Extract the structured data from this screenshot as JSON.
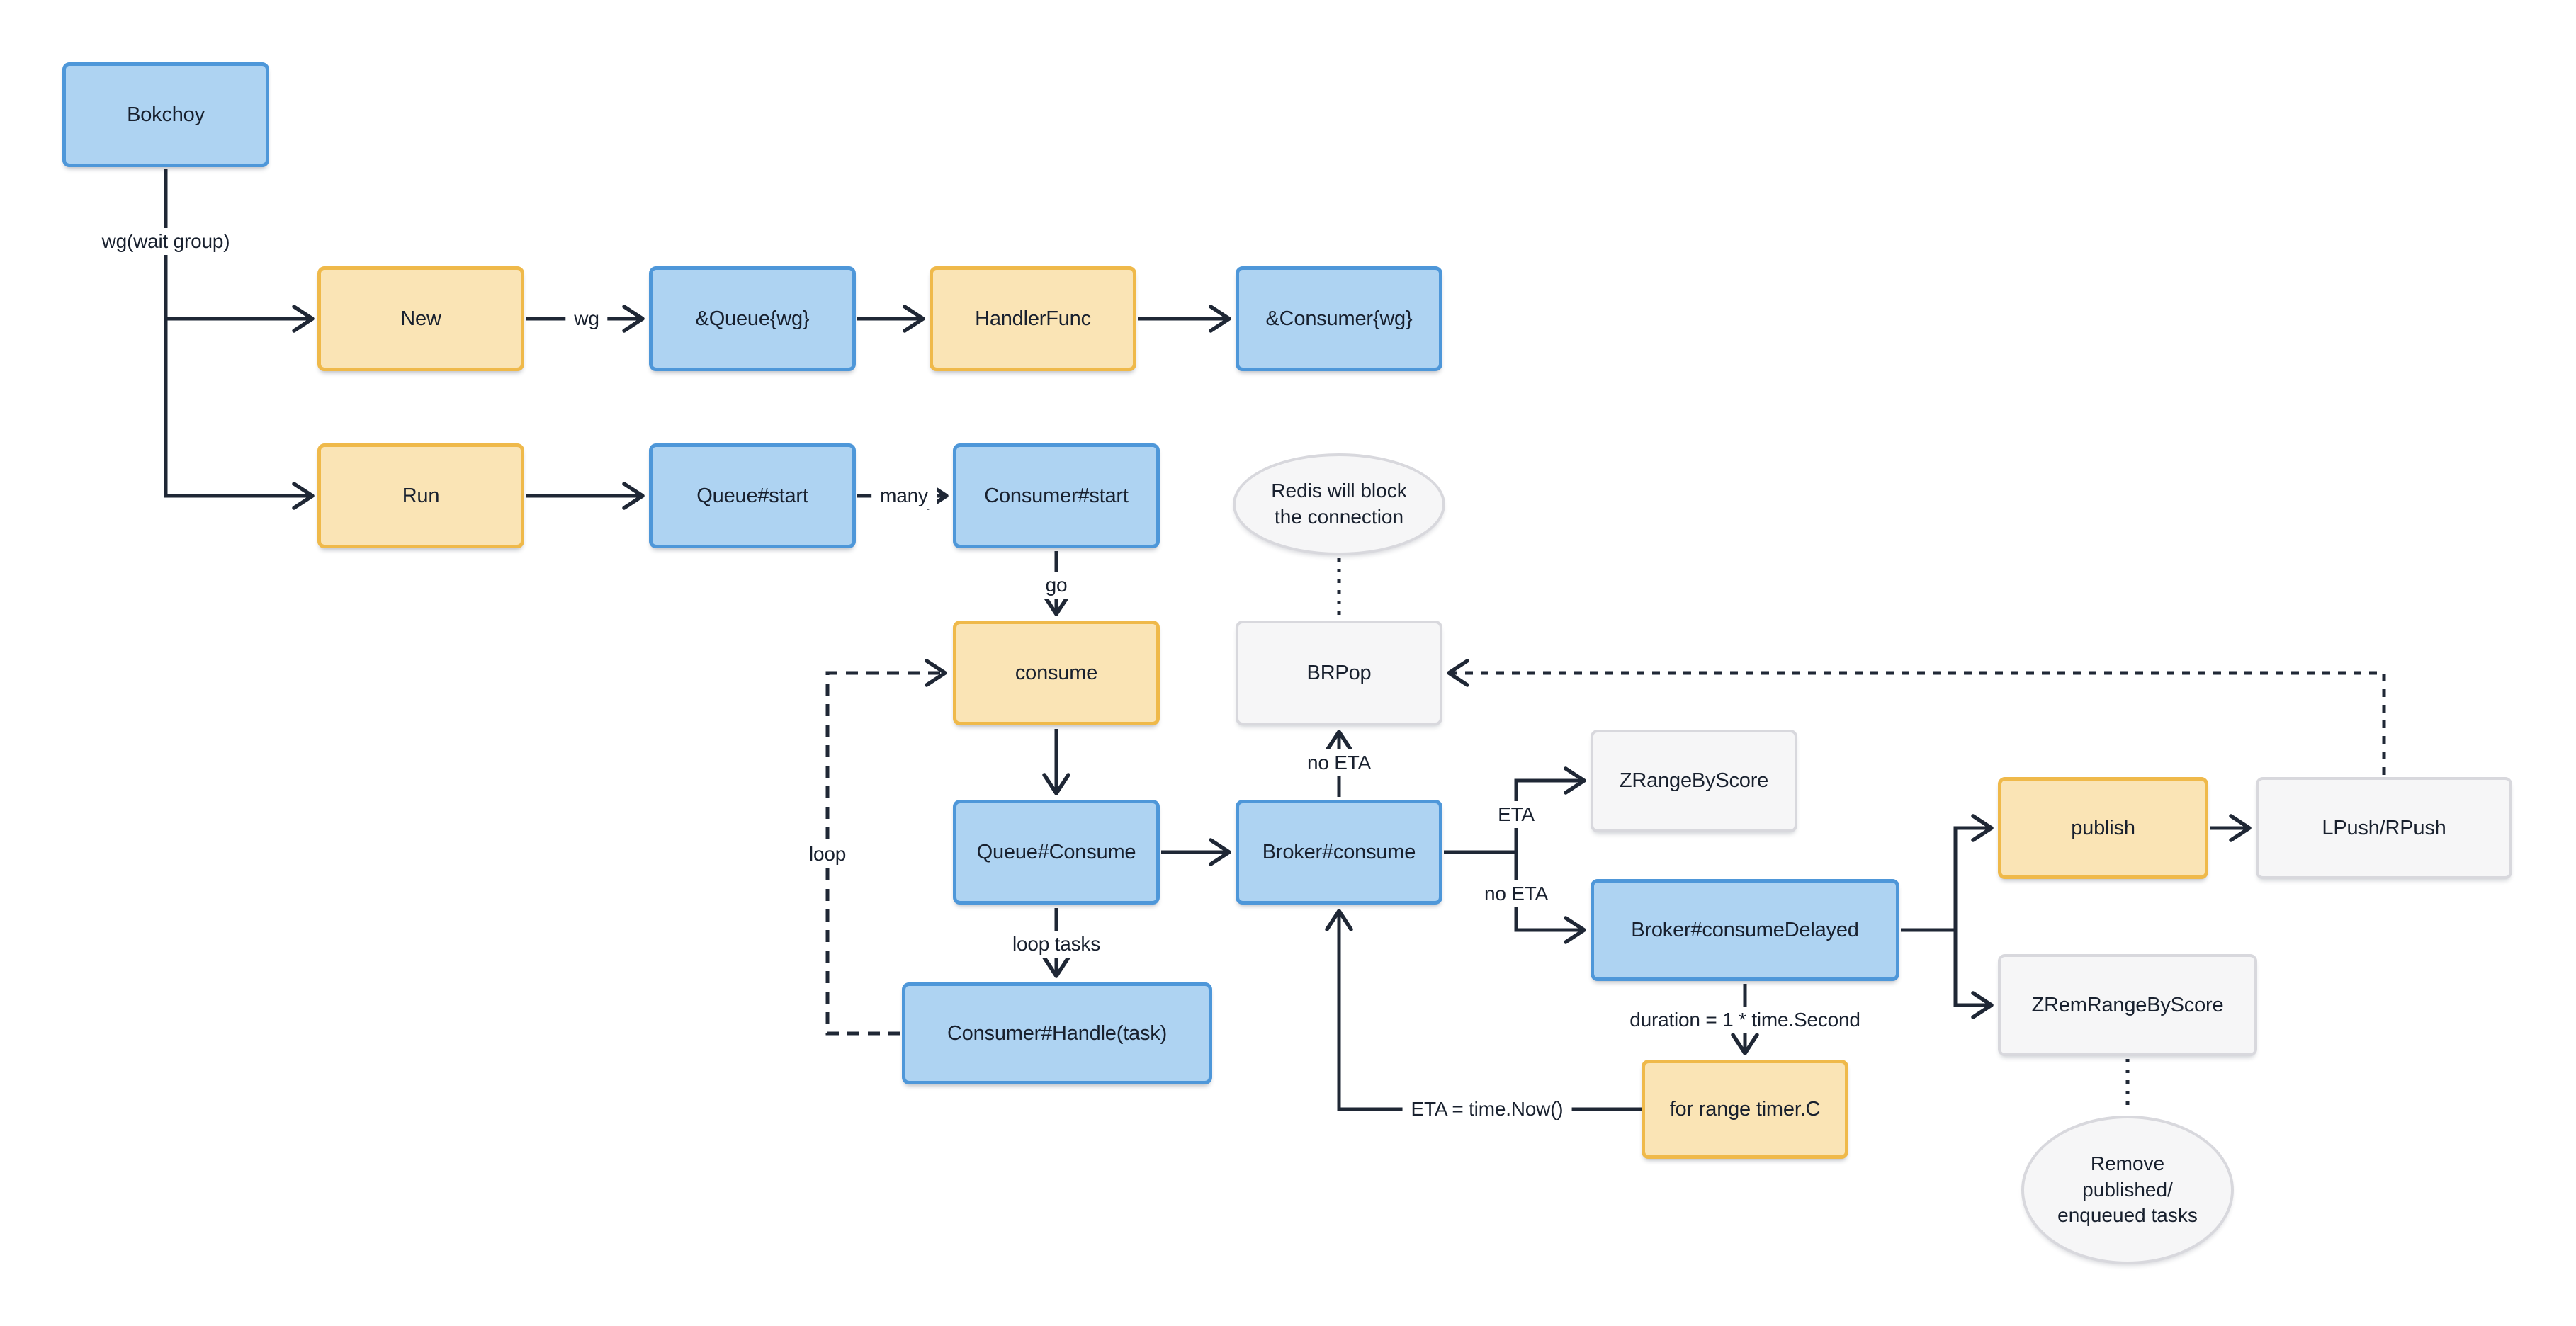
{
  "diagram_type": "flowchart",
  "colors": {
    "blue_fill": "#AED3F2",
    "blue_border": "#4E97D9",
    "orange_fill": "#FAE4B5",
    "orange_border": "#EFB94A",
    "gray_fill": "#F6F6F7",
    "gray_border": "#D8D8DD",
    "line": "#1F2735",
    "text": "#18202E",
    "background": "#FFFFFF"
  },
  "nodes": {
    "bokchoy": {
      "label": "Bokchoy",
      "style": "blue"
    },
    "new": {
      "label": "New",
      "style": "orange"
    },
    "queue_wg": {
      "label": "&Queue{wg}",
      "style": "blue"
    },
    "handler_func": {
      "label": "HandlerFunc",
      "style": "orange"
    },
    "consumer_wg": {
      "label": "&Consumer{wg}",
      "style": "blue"
    },
    "run": {
      "label": "Run",
      "style": "orange"
    },
    "queue_start": {
      "label": "Queue#start",
      "style": "blue"
    },
    "consumer_start": {
      "label": "Consumer#start",
      "style": "blue"
    },
    "consume": {
      "label": "consume",
      "style": "orange"
    },
    "brpop": {
      "label": "BRPop",
      "style": "gray"
    },
    "queue_consume": {
      "label": "Queue#Consume",
      "style": "blue"
    },
    "broker_consume": {
      "label": "Broker#consume",
      "style": "blue"
    },
    "zrangebyscore": {
      "label": "ZRangeByScore",
      "style": "gray"
    },
    "broker_consume_delayed": {
      "label": "Broker#consumeDelayed",
      "style": "blue"
    },
    "consumer_handle": {
      "label": "Consumer#Handle(task)",
      "style": "blue"
    },
    "for_range_timer": {
      "label": "for range timer.C",
      "style": "orange"
    },
    "publish": {
      "label": "publish",
      "style": "orange"
    },
    "lpush_rpush": {
      "label": "LPush/RPush",
      "style": "gray"
    },
    "zremrangebyscore": {
      "label": "ZRemRangeByScore",
      "style": "gray"
    }
  },
  "notes": {
    "redis_block": "Redis will block the connection",
    "remove_tasks": "Remove published/ enqueued tasks"
  },
  "edge_labels": {
    "wg_wait_group": "wg(wait group)",
    "wg": "wg",
    "many": "many",
    "go": "go",
    "loop": "loop",
    "loop_tasks": "loop tasks",
    "no_eta_top": "no ETA",
    "eta": "ETA",
    "no_eta_bottom": "no ETA",
    "duration": "duration = 1 * time.Second",
    "eta_now": "ETA = time.Now()"
  }
}
